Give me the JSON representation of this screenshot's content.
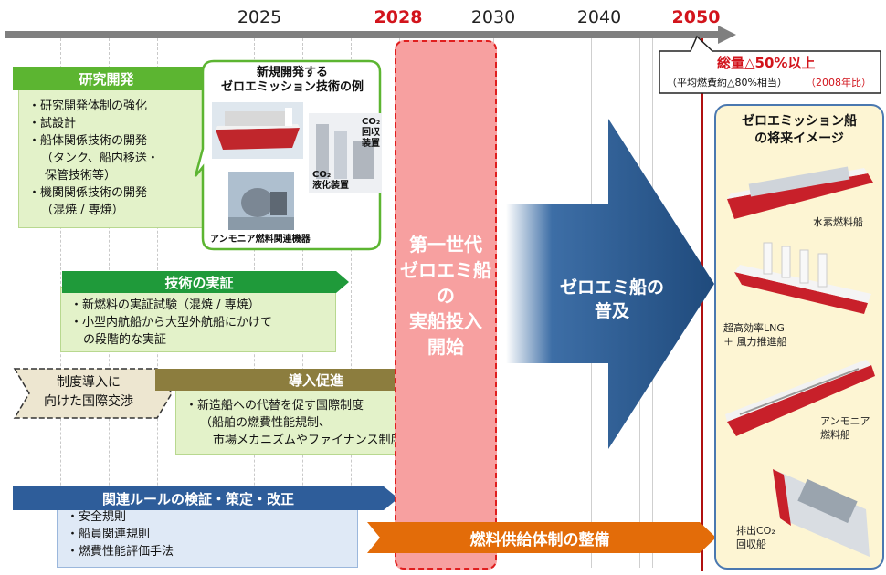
{
  "timeline": {
    "years": [
      "2025",
      "2028",
      "2030",
      "2040",
      "2050"
    ]
  },
  "goal": {
    "main": "総量△50%以上",
    "sub": "（平均燃費約△80%相当）",
    "ref": "（2008年比）"
  },
  "research": {
    "title": "研究開発",
    "items": [
      "・研究開発体制の強化",
      "・試設計",
      "・船体関係技術の開発",
      "（タンク、船内移送・",
      "保管技術等）",
      "・機関関係技術の開発",
      "（混焼 / 専焼）"
    ]
  },
  "examples": {
    "title_line1": "新規開発する",
    "title_line2": "ゼロエミッション技術の例",
    "co2_capture": [
      "CO₂",
      "回収",
      "装置"
    ],
    "co2_liquefy": [
      "CO₂",
      "液化装置"
    ],
    "ammonia_equipment": "アンモニア燃料関連機器"
  },
  "demo": {
    "title": "技術の実証",
    "items": [
      "・新燃料の実証試験（混焼 / 専焼）",
      "・小型内航船から大型外航船にかけて",
      "の段階的な実証"
    ]
  },
  "negotiation": {
    "line1": "制度導入に",
    "line2": "向けた国際交渉"
  },
  "promotion": {
    "title": "導入促進",
    "items": [
      "・新造船への代替を促す国際制度",
      "（船舶の燃費性能規制、",
      "市場メカニズムやファイナンス制度等）"
    ]
  },
  "rules": {
    "title": "関連ルールの検証・策定・改正",
    "items": [
      "・安全規則",
      "・船員関連規則",
      "・燃費性能評価手法"
    ]
  },
  "first_gen": {
    "lines": [
      "第一世代",
      "ゼロエミ船",
      "の",
      "実船投入",
      "開始"
    ]
  },
  "spread": {
    "line1": "ゼロエミ船の",
    "line2": "普及"
  },
  "fuel_supply": {
    "label": "燃料供給体制の整備"
  },
  "future": {
    "title_line1": "ゼロエミッション船",
    "title_line2": "の将来イメージ",
    "ships": [
      {
        "caption": [
          "水素燃料船"
        ]
      },
      {
        "caption": [
          "超高効率LNG",
          "＋ 風力推進船"
        ]
      },
      {
        "caption": [
          "アンモニア",
          "燃料船"
        ]
      },
      {
        "caption": [
          "排出CO₂",
          "回収船"
        ]
      }
    ]
  },
  "colors": {
    "red": "#d2141c",
    "green_header": "#5cb531",
    "green_box": "#e3f2c9",
    "olive": "#8c7d3e",
    "blue": "#2e5d9a",
    "navy": "#1f4a7c",
    "orange": "#e36c09",
    "pink": "#f7a0a0"
  }
}
